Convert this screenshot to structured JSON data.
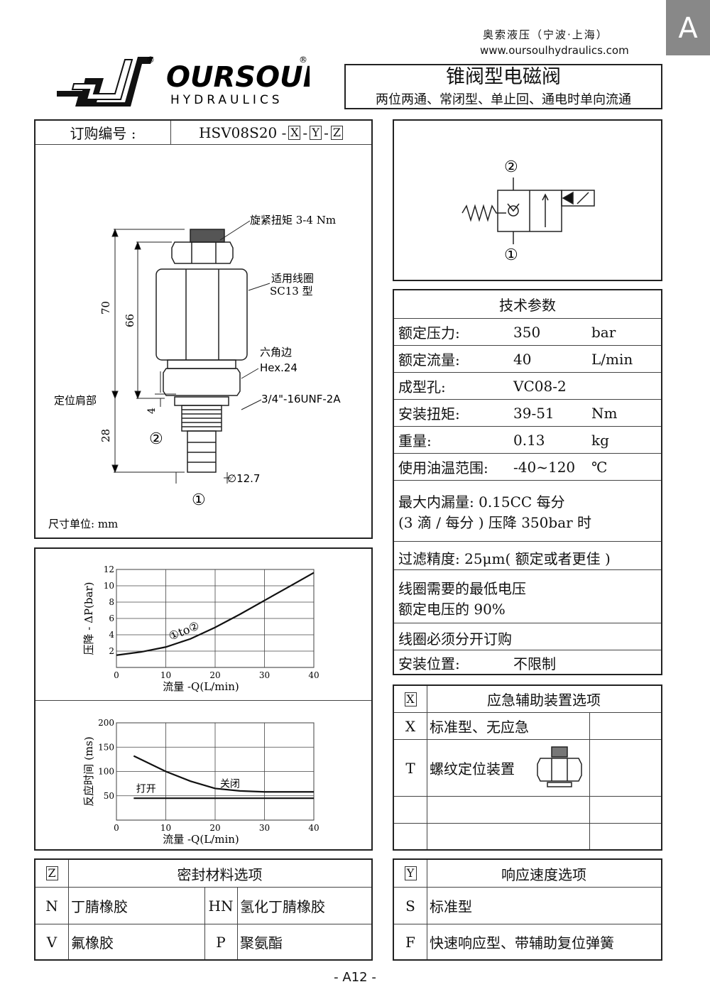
{
  "header": {
    "company_cn": "奥索液压（宁波·上海）",
    "website": "www.oursoulhydraulics.com",
    "section_tab": "A",
    "logo_text": "OURSOUL",
    "logo_sub": "HYDRAULICS",
    "product_title": "锥阀型电磁阀",
    "product_subtitle": "两位两通、常闭型、单止回、通电时单向流通"
  },
  "order": {
    "label": "订购编号 :",
    "code": "HSV08S20 -",
    "x": "X",
    "y": "Y",
    "z": "Z",
    "sep": "-"
  },
  "drawing": {
    "torque_note": "旋紧扭矩 3-4 Nm",
    "coil_note_1": "适用线圈",
    "coil_note_2": "SC13 型",
    "hex_label": "六角边",
    "hex_value": "Hex.24",
    "thread": "3/4\"-16UNF-2A",
    "shoulder": "定位肩部",
    "dim_70": "70",
    "dim_66": "66",
    "dim_28": "28",
    "dim_4": "4",
    "diameter": "∅12.7",
    "port1": "①",
    "port2": "②",
    "unit_note": "尺寸单位: mm"
  },
  "symbol": {
    "port2": "②",
    "port1": "①"
  },
  "specs": {
    "title": "技术参数",
    "rows": [
      {
        "label": "额定压力:",
        "value": "350",
        "unit": "bar"
      },
      {
        "label": "额定流量:",
        "value": "40",
        "unit": "L/min"
      },
      {
        "label": "成型孔:",
        "value": "VC08-2",
        "unit": ""
      },
      {
        "label": "安装扭矩:",
        "value": "39-51",
        "unit": "Nm"
      },
      {
        "label": "重量:",
        "value": "0.13",
        "unit": "kg"
      },
      {
        "label": "使用油温范围:",
        "value": "-40~120",
        "unit": "℃"
      }
    ],
    "leakage_1": "最大内漏量:  0.15CC 每分",
    "leakage_2": "(3 滴 / 每分 ) 压降 350bar 时",
    "filter": "过滤精度: 25μm( 额定或者更佳 )",
    "voltage_1": "线圈需要的最低电压",
    "voltage_2": "额定电压的 90%",
    "coil_order": "线圈必须分开订购",
    "mount_label": "安装位置:",
    "mount_value": "不限制"
  },
  "option_x": {
    "key": "X",
    "title": "应急辅助装置选项",
    "rows": [
      {
        "code": "X",
        "desc": "标准型、无应急"
      },
      {
        "code": "T",
        "desc": "螺纹定位装置"
      }
    ]
  },
  "option_z": {
    "key": "Z",
    "title": "密封材料选项",
    "rows": [
      {
        "c1": "N",
        "d1": "丁腈橡胶",
        "c2": "HN",
        "d2": "氢化丁腈橡胶"
      },
      {
        "c1": "V",
        "d1": "氟橡胶",
        "c2": "P",
        "d2": "聚氨酯"
      }
    ]
  },
  "option_y": {
    "key": "Y",
    "title": "响应速度选项",
    "rows": [
      {
        "code": "S",
        "desc": "标准型"
      },
      {
        "code": "F",
        "desc": "快速响应型、带辅助复位弹簧"
      }
    ]
  },
  "page_number": "- A12 -",
  "chart_data": [
    {
      "type": "line",
      "title": "",
      "xlabel": "流量 -Q(L/min)",
      "ylabel": "压降 - ΔP(bar)",
      "xlim": [
        0,
        40
      ],
      "ylim": [
        0,
        12
      ],
      "xticks": [
        "0",
        "10",
        "20",
        "30",
        "40"
      ],
      "yticks": [
        "2",
        "4",
        "6",
        "8",
        "10",
        "12"
      ],
      "grid": true,
      "annotation": "①to②",
      "series": [
        {
          "name": "①to②",
          "x": [
            0,
            5,
            10,
            15,
            20,
            25,
            30,
            35,
            40
          ],
          "y": [
            1.5,
            1.9,
            2.5,
            3.5,
            4.9,
            6.5,
            8.2,
            9.9,
            11.6
          ]
        }
      ]
    },
    {
      "type": "line",
      "title": "",
      "xlabel": "流量 -Q(L/min)",
      "ylabel": "反应时间 (ms)",
      "xlim": [
        0,
        40
      ],
      "ylim": [
        0,
        200
      ],
      "xticks": [
        "0",
        "10",
        "20",
        "30",
        "40"
      ],
      "yticks": [
        "50",
        "100",
        "150",
        "200"
      ],
      "grid": true,
      "series": [
        {
          "name": "关闭",
          "x": [
            3.5,
            10,
            15,
            20,
            25,
            30,
            40
          ],
          "y": [
            132,
            100,
            80,
            65,
            60,
            58,
            58
          ]
        },
        {
          "name": "打开",
          "x": [
            3.5,
            40
          ],
          "y": [
            45,
            45
          ]
        }
      ]
    }
  ]
}
